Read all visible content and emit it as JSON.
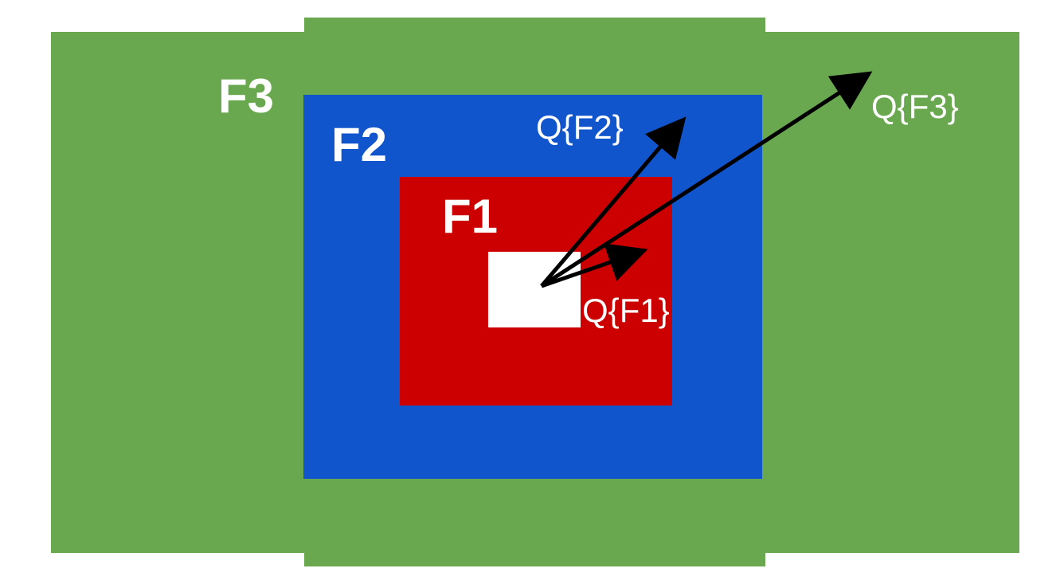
{
  "colors": {
    "f3_region": "#6aa84f",
    "f2_region": "#1155cc",
    "f1_region": "#cc0000",
    "core_region": "#ffffff",
    "arrow": "#000000",
    "label_text": "#ffffff"
  },
  "regions": {
    "f3": {
      "label": "F3"
    },
    "f2": {
      "label": "F2"
    },
    "f1": {
      "label": "F1"
    }
  },
  "arrows": {
    "q_f1": {
      "label": "Q{F1}"
    },
    "q_f2": {
      "label": "Q{F2}"
    },
    "q_f3": {
      "label": "Q{F3}"
    }
  }
}
